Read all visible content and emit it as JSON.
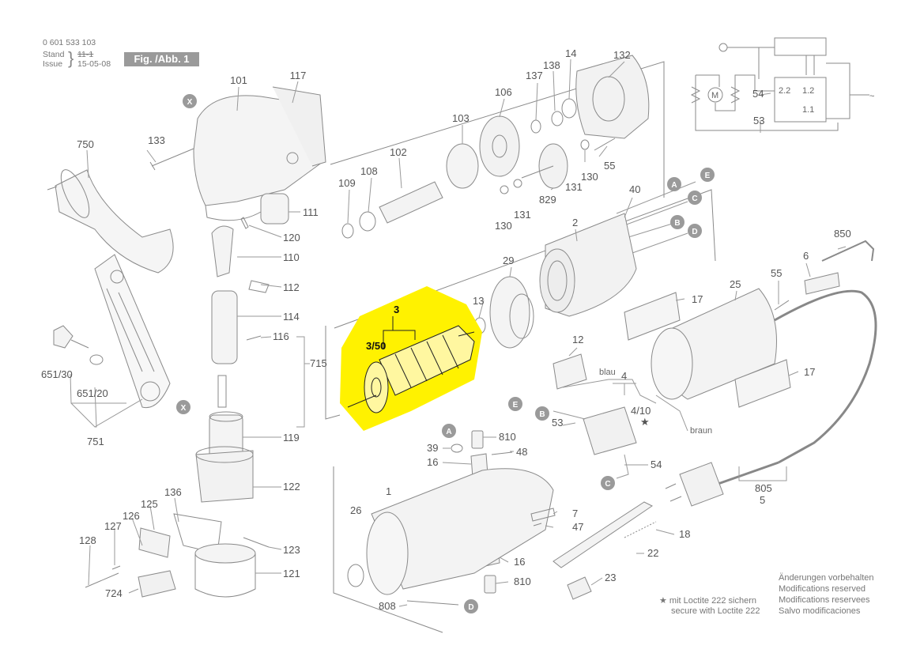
{
  "header": {
    "part_number": "0 601 533 103",
    "stand_label": "Stand",
    "stand_value": "11-1",
    "issue_label": "Issue",
    "issue_value": "15-05-08",
    "figure_label": "Fig. /Abb. 1"
  },
  "highlight_color": "#fff200",
  "highlighted_parts": [
    "3",
    "3/50"
  ],
  "part_labels": [
    "101",
    "117",
    "133",
    "750",
    "111",
    "120",
    "110",
    "112",
    "114",
    "116",
    "715",
    "651/30",
    "651/20",
    "751",
    "119",
    "122",
    "136",
    "125",
    "126",
    "127",
    "128",
    "724",
    "123",
    "121",
    "109",
    "108",
    "102",
    "103",
    "106",
    "137",
    "138",
    "14",
    "132",
    "130",
    "829",
    "131",
    "55",
    "40",
    "2",
    "850",
    "6",
    "29",
    "13",
    "17",
    "25",
    "12",
    "4",
    "4/10",
    "53",
    "54",
    "810",
    "39",
    "48",
    "16",
    "26",
    "1",
    "7",
    "47",
    "18",
    "22",
    "23",
    "808",
    "805",
    "5"
  ],
  "callouts": [
    "X",
    "A",
    "B",
    "C",
    "D",
    "E"
  ],
  "wire_labels": {
    "blue": "blau",
    "brown": "braun"
  },
  "schematic": {
    "motor": "M",
    "contact_22": "2.2",
    "contact_12": "1.2",
    "contact_11": "1.1"
  },
  "footnote": {
    "line1": "★ mit Loctite 222 sichern",
    "line2": "secure with Loctite 222"
  },
  "modifications": {
    "de": "Änderungen vorbehalten",
    "en": "Modifications reserved",
    "fr": "Modifications reservees",
    "es": "Salvo modificaciones"
  }
}
